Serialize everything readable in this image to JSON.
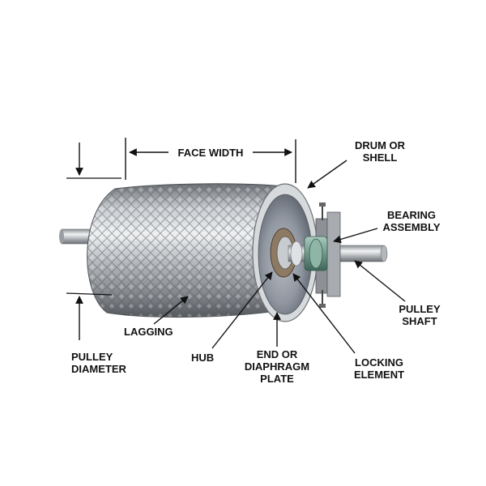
{
  "diagram": {
    "labels": {
      "face_width": "FACE WIDTH",
      "drum_or_shell": "DRUM OR\nSHELL",
      "bearing_assembly": "BEARING\nASSEMBLY",
      "pulley_shaft": "PULLEY\nSHAFT",
      "lagging": "LAGGING",
      "pulley_diameter": "PULLEY\nDIAMETER",
      "hub": "HUB",
      "end_or_diaphragm_plate": "END OR\nDIAPHRAGM\nPLATE",
      "locking_element": "LOCKING\nELEMENT"
    },
    "colors": {
      "drum_light": "#e4e6e8",
      "drum_mid": "#a9adb1",
      "drum_dark": "#5f6368",
      "bearing_green": "#7fa89a",
      "text": "#111111"
    }
  }
}
